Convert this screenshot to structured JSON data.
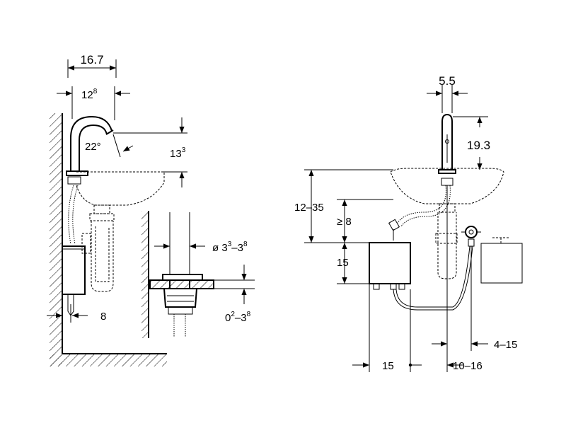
{
  "left_diagram": {
    "dim_overall_width": "16.7",
    "dim_spout_width_base": "12",
    "dim_spout_width_sup": "8",
    "dim_angle": "22°",
    "dim_spout_height_base": "13",
    "dim_spout_height_sup": "3",
    "dim_wall_gap": "8"
  },
  "detail_diagram": {
    "dim_hole_dia_prefix": "ø 3",
    "dim_hole_dia_sup1": "3",
    "dim_hole_dia_mid": "–3",
    "dim_hole_dia_sup2": "8",
    "dim_thickness_base1": "0",
    "dim_thickness_sup1": "2",
    "dim_thickness_mid": "–3",
    "dim_thickness_sup2": "8"
  },
  "right_diagram": {
    "dim_top_width": "5.5",
    "dim_top_height": "19.3",
    "dim_basin_to_box": "12–35",
    "dim_min_clearance": "≥ 8",
    "dim_box_height": "15",
    "dim_box_offset": "15",
    "dim_hose_range_lower": "10–16",
    "dim_hose_range_upper": "4–15"
  }
}
